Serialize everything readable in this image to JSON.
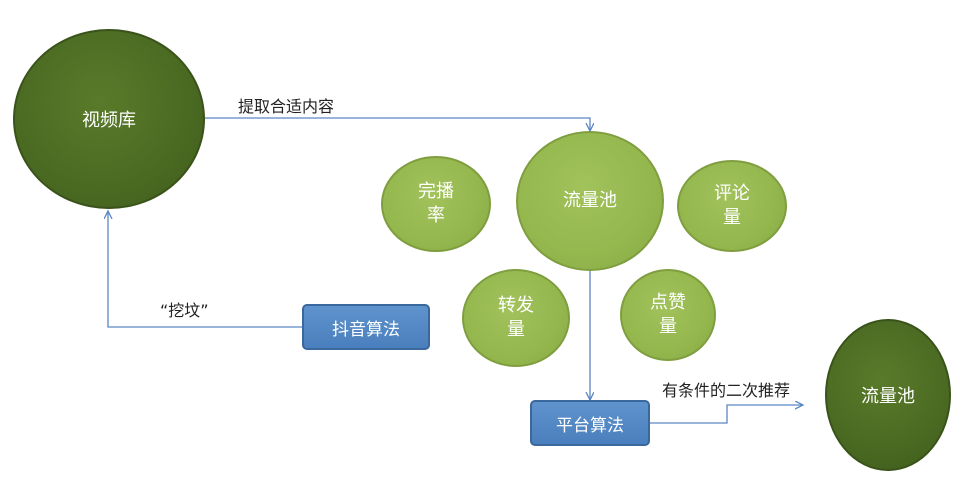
{
  "nodes": {
    "video_library": "视频库",
    "traffic_pool_main": "流量池",
    "completion_rate": "完播率",
    "comment_count": "评论量",
    "share_count": "转发量",
    "like_count": "点赞量",
    "douyin_algorithm": "抖音算法",
    "platform_algorithm": "平台算法",
    "traffic_pool_next": "流量池"
  },
  "edges": {
    "extract_label": "提取合适内容",
    "dig_label": "“挖坟”",
    "conditional_label": "有条件的二次推荐"
  },
  "colors": {
    "dark_green": "#4a6a22",
    "light_green": "#94b74e",
    "blue_box": "#4f85c4",
    "connector": "#5b86c4"
  }
}
